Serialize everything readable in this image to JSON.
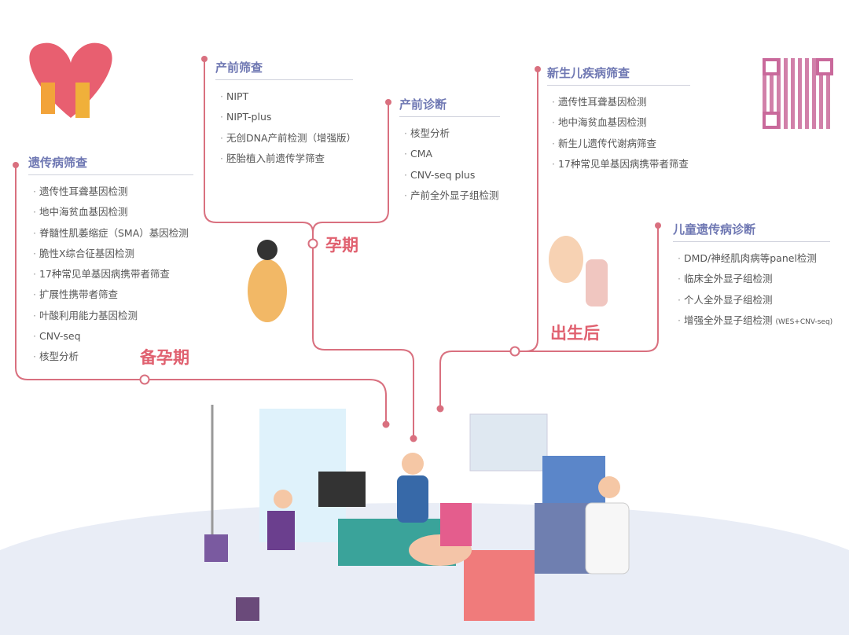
{
  "sections": {
    "genetic_screening": {
      "title": "遗传病筛查",
      "items": [
        "遗传性耳聋基因检测",
        "地中海贫血基因检测",
        "脊髓性肌萎缩症（SMA）基因检测",
        "脆性X综合征基因检测",
        "17种常见单基因病携带者筛查",
        "扩展性携带者筛查",
        "叶酸利用能力基因检测",
        "CNV-seq",
        "核型分析"
      ]
    },
    "prenatal_screening": {
      "title": "产前筛查",
      "items": [
        "NIPT",
        "NIPT-plus",
        "无创DNA产前检测（增强版）",
        "胚胎植入前遗传学筛查"
      ]
    },
    "prenatal_diagnosis": {
      "title": "产前诊断",
      "items": [
        "核型分析",
        "CMA",
        "CNV-seq plus",
        "产前全外显子组检测"
      ]
    },
    "newborn_screening": {
      "title": "新生儿疾病筛查",
      "items": [
        "遗传性耳聋基因检测",
        "地中海贫血基因检测",
        "新生儿遗传代谢病筛查",
        "17种常见单基因病携带者筛查"
      ]
    },
    "child_diagnosis": {
      "title": "儿童遗传病诊断",
      "items": [
        "DMD/神经肌肉病等panel检测",
        "临床全外显子组检测",
        "个人全外显子组检测",
        "增强全外显子组检测"
      ],
      "note": "(WES+CNV-seq)"
    }
  },
  "stages": {
    "pre_pregnancy": "备孕期",
    "pregnancy": "孕期",
    "after_birth": "出生后"
  },
  "colors": {
    "heading": "#6f78b3",
    "line": "#d9707f",
    "stage": "#e0606f"
  }
}
